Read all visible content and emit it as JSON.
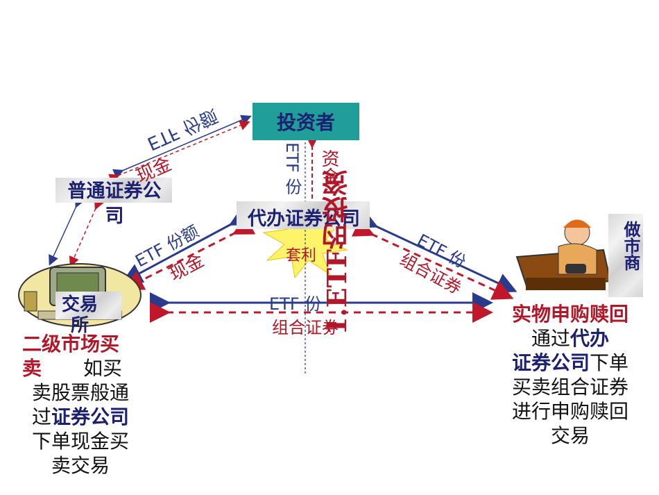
{
  "nodes": {
    "investor": "投资者",
    "broker": "普通证券公司",
    "agent": "代办证券公司",
    "exchange": "交易所",
    "market_maker": "做市商",
    "arbitrage": "套利"
  },
  "labels": {
    "etf_share_upper_left": "ETF 份额",
    "cash_upper_left": "现金",
    "etf_share_vertical": "ETF 份",
    "cash_vertical": "资金",
    "etf_share_lower_left": "ETF 份额",
    "cash_lower_left": "现金",
    "etf_share_right": "ETF 份",
    "portfolio_right": "组合证券",
    "etf_share_bottom": "ETF 份",
    "portfolio_bottom": "组合证券",
    "title_vertical": "1.ETF的投资"
  },
  "left_paragraph": {
    "line1": "二级市场买",
    "line2_red": "卖",
    "line2_rest": "如买",
    "line3": "卖股票般通",
    "line4_pre": "过",
    "line4_blue": "证券公司",
    "line5": "下单现金买",
    "line6": "卖交易"
  },
  "right_paragraph": {
    "line1": "实物申购赎回",
    "line2_pre": "通过",
    "line2_blue": "代办",
    "line3_blue": "证券公司",
    "line3_rest": "下单",
    "line4": "买卖组合证券",
    "line5": "进行申购赎回",
    "line6": "交易"
  },
  "colors": {
    "blue": "#2a3a8c",
    "red": "#c0182a",
    "investor_fill": "#1f9e9a",
    "starburst": "#fff36a"
  }
}
